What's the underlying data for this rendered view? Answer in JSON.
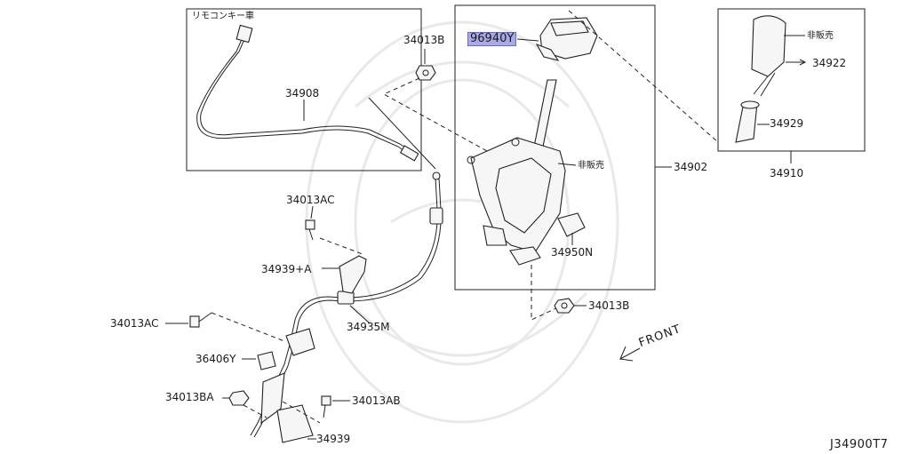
{
  "callouts": {
    "remote_box_title": "リモコンキー車",
    "p34013B_top": "34013B",
    "p96940Y": "96940Y",
    "p34908": "34908",
    "p_not_sold_knob": "非販売",
    "p34922": "34922",
    "p34929": "34929",
    "p34910": "34910",
    "p_not_sold_bracket": "非販売",
    "p34902": "34902",
    "p34013AC_top": "34013AC",
    "p34950N": "34950N",
    "p34939A": "34939+A",
    "p34013B_mid": "34013B",
    "p34935M": "34935M",
    "p34013AC_left": "34013AC",
    "p36406Y": "36406Y",
    "p34013BA": "34013BA",
    "p34013AB": "34013AB",
    "p34939": "34939",
    "front": "FRONT",
    "diagram_code": "J34900T7"
  }
}
